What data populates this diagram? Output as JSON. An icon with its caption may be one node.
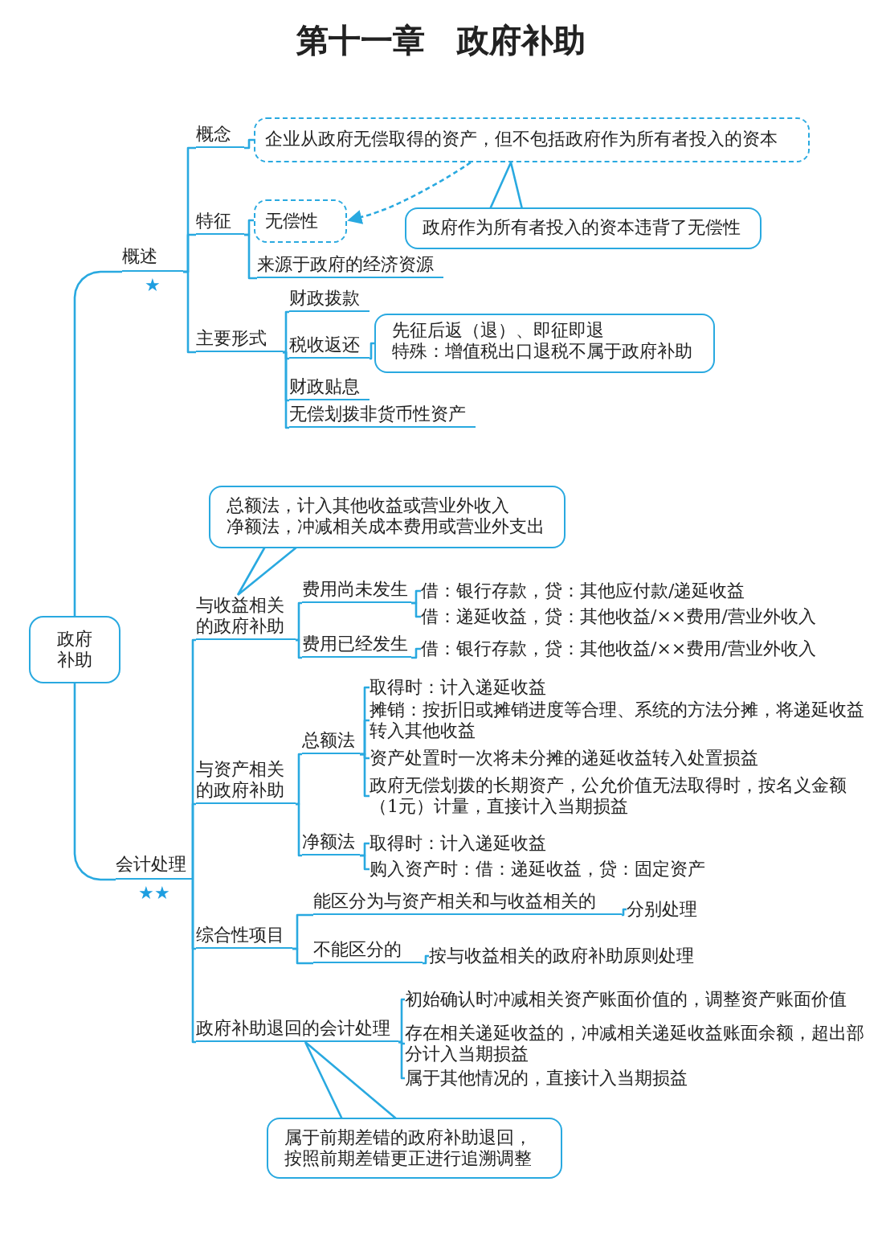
{
  "diagram": {
    "title": "第十一章　政府补助",
    "nodes": [
      {
        "text": [
          "政府补助"
        ]
      },
      {
        "text": [
          "概述"
        ],
        "beside": [
          "★"
        ]
      },
      {
        "text": [
          "概念"
        ]
      },
      {
        "text": [
          "企业从政府无偿取得的资产，但不包括政府作为所有者投入的资本"
        ]
      },
      {
        "text": [
          "特征"
        ]
      },
      {
        "text": [
          "无偿性"
        ]
      },
      {
        "text": [
          "政府作为所有者投入的资本违背了无偿性"
        ]
      },
      {
        "text": [
          "来源于政府的经济资源"
        ]
      },
      {
        "text": [
          "主要形式"
        ]
      },
      {
        "text": [
          "财政拨款"
        ]
      },
      {
        "text": [
          "税收返还"
        ]
      },
      {
        "text": [
          "先征后返（退）、即征即退",
          "特殊：增值税出口退税不属于政府补助"
        ]
      },
      {
        "text": [
          "财政贴息"
        ]
      },
      {
        "text": [
          "无偿划拨非货币性资产"
        ]
      },
      {
        "text": [
          "会计处理"
        ],
        "beside": [
          "★★"
        ]
      },
      {
        "text": [
          "总额法，计入其他收益或营业外收入",
          "净额法，冲减相关成本费用或营业外支出"
        ]
      },
      {
        "text": [
          "与收益相关的政府补助"
        ]
      },
      {
        "text": [
          "费用尚未发生"
        ]
      },
      {
        "text": [
          "借：银行存款，贷：其他应付款/递延收益"
        ]
      },
      {
        "text": [
          "借：递延收益，贷：其他收益/××费用/营业外收入"
        ]
      },
      {
        "text": [
          "费用已经发生"
        ]
      },
      {
        "text": [
          "借：银行存款，贷：其他收益/××费用/营业外收入"
        ]
      },
      {
        "text": [
          "与资产相关的政府补助"
        ]
      },
      {
        "text": [
          "总额法"
        ]
      },
      {
        "text": [
          "取得时：计入递延收益"
        ]
      },
      {
        "text": [
          "摊销：按折旧或摊销进度等合理、系统的方法分摊，将递延收益转入其他收益"
        ]
      },
      {
        "text": [
          "资产处置时一次将未分摊的递延收益转入处置损益"
        ]
      },
      {
        "text": [
          "政府无偿划拨的长期资产，公允价值无法取得时，按名义金额（1元）计量，直接计入当期损益"
        ]
      },
      {
        "text": [
          "净额法"
        ]
      },
      {
        "text": [
          "取得时：计入递延收益"
        ]
      },
      {
        "text": [
          "购入资产时：借：递延收益，贷：固定资产"
        ]
      },
      {
        "text": [
          "综合性项目"
        ]
      },
      {
        "text": [
          "能区分为与资产相关和与收益相关的"
        ]
      },
      {
        "text": [
          "分别处理"
        ]
      },
      {
        "text": [
          "不能区分的"
        ]
      },
      {
        "text": [
          "按与收益相关的政府补助原则处理"
        ]
      },
      {
        "text": [
          "政府补助退回的会计处理"
        ]
      },
      {
        "text": [
          "初始确认时冲减相关资产账面价值的，调整资产账面价值"
        ]
      },
      {
        "text": [
          "存在相关递延收益的，冲减相关递延收益账面余额，超出部分计入当期损益"
        ]
      },
      {
        "text": [
          "属于其他情况的，直接计入当期损益"
        ]
      },
      {
        "text": [
          "属于前期差错的政府补助退回，按照前期差错更正进行追溯调整"
        ]
      }
    ],
    "edges": [
      {
        "from": 0,
        "to": 1,
        "arrow": "none"
      },
      {
        "from": 1,
        "to": 2,
        "arrow": "none"
      },
      {
        "from": 2,
        "to": 3,
        "arrow": "none"
      },
      {
        "from": 1,
        "to": 4,
        "arrow": "none"
      },
      {
        "from": 4,
        "to": 5,
        "arrow": "none"
      },
      {
        "from": 4,
        "to": 7,
        "arrow": "none"
      },
      {
        "from": 6,
        "to": 3,
        "arrow": "none"
      },
      {
        "from": 3,
        "to": 5,
        "arrow": "to",
        "style": "dashed"
      },
      {
        "from": 1,
        "to": 8,
        "arrow": "none"
      },
      {
        "from": 8,
        "to": 9,
        "arrow": "none"
      },
      {
        "from": 8,
        "to": 10,
        "arrow": "none"
      },
      {
        "from": 10,
        "to": 11,
        "arrow": "none"
      },
      {
        "from": 8,
        "to": 12,
        "arrow": "none"
      },
      {
        "from": 8,
        "to": 13,
        "arrow": "none"
      },
      {
        "from": 0,
        "to": 14,
        "arrow": "none"
      },
      {
        "from": 15,
        "to": 16,
        "arrow": "none"
      },
      {
        "from": 14,
        "to": 16,
        "arrow": "none"
      },
      {
        "from": 16,
        "to": 17,
        "arrow": "none"
      },
      {
        "from": 17,
        "to": 18,
        "arrow": "none"
      },
      {
        "from": 17,
        "to": 19,
        "arrow": "none"
      },
      {
        "from": 16,
        "to": 20,
        "arrow": "none"
      },
      {
        "from": 20,
        "to": 21,
        "arrow": "none"
      },
      {
        "from": 14,
        "to": 22,
        "arrow": "none"
      },
      {
        "from": 22,
        "to": 23,
        "arrow": "none"
      },
      {
        "from": 23,
        "to": 24,
        "arrow": "none"
      },
      {
        "from": 23,
        "to": 25,
        "arrow": "none"
      },
      {
        "from": 23,
        "to": 26,
        "arrow": "none"
      },
      {
        "from": 23,
        "to": 27,
        "arrow": "none"
      },
      {
        "from": 22,
        "to": 28,
        "arrow": "none"
      },
      {
        "from": 28,
        "to": 29,
        "arrow": "none"
      },
      {
        "from": 28,
        "to": 30,
        "arrow": "none"
      },
      {
        "from": 14,
        "to": 31,
        "arrow": "none"
      },
      {
        "from": 31,
        "to": 32,
        "arrow": "none"
      },
      {
        "from": 32,
        "to": 33,
        "arrow": "none"
      },
      {
        "from": 31,
        "to": 34,
        "arrow": "none"
      },
      {
        "from": 34,
        "to": 35,
        "arrow": "none"
      },
      {
        "from": 14,
        "to": 36,
        "arrow": "none"
      },
      {
        "from": 36,
        "to": 37,
        "arrow": "none"
      },
      {
        "from": 36,
        "to": 38,
        "arrow": "none"
      },
      {
        "from": 36,
        "to": 39,
        "arrow": "none"
      },
      {
        "from": 40,
        "to": 36,
        "arrow": "none"
      }
    ]
  }
}
